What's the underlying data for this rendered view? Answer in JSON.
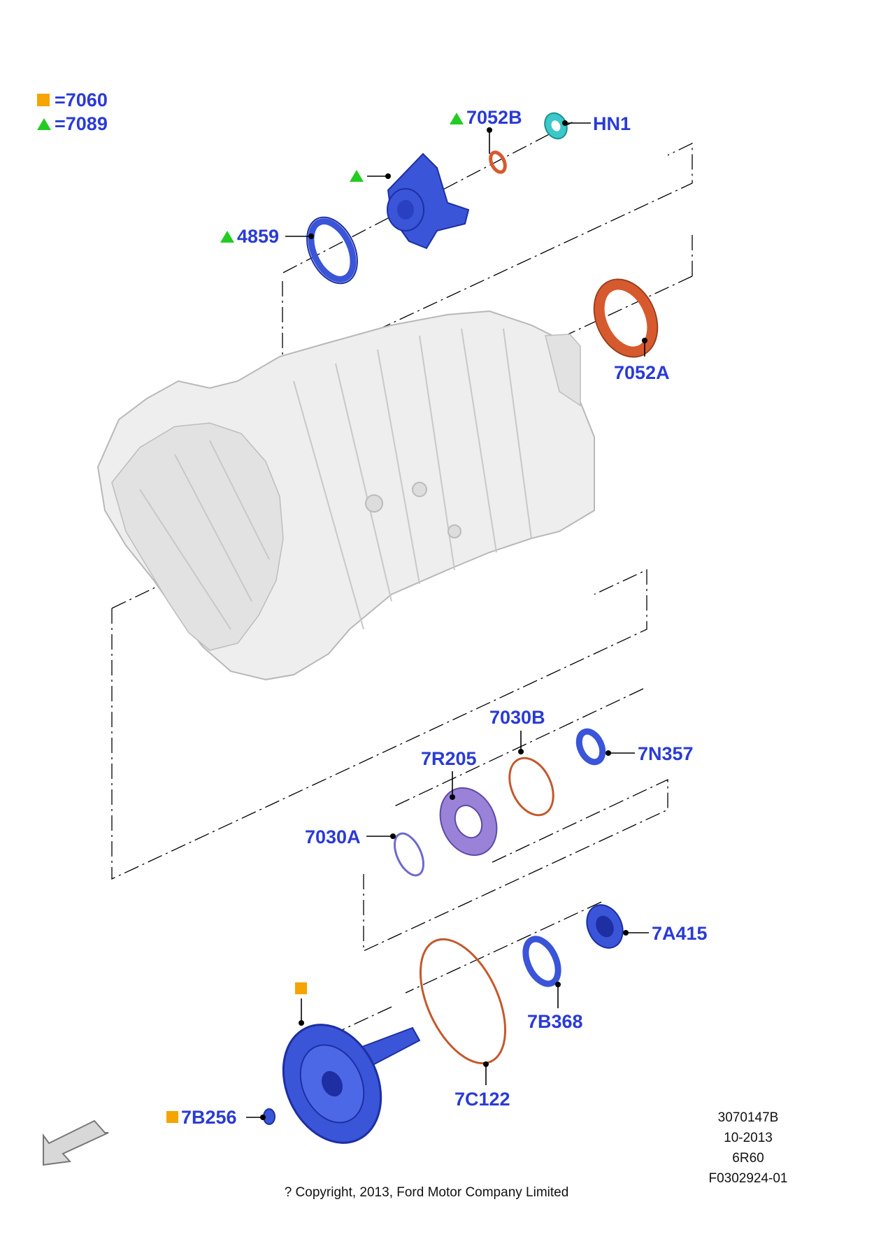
{
  "legend": [
    {
      "symbol": "square",
      "color": "#f5a400",
      "text": "=7060"
    },
    {
      "symbol": "triangle",
      "color": "#22cc22",
      "text": "=7089"
    }
  ],
  "callouts": {
    "c7052B": "7052B",
    "cHN1": "HN1",
    "c4859": "4859",
    "c7052A": "7052A",
    "c7030B": "7030B",
    "c7R205": "7R205",
    "c7N357": "7N357",
    "c7030A": "7030A",
    "c7A415": "7A415",
    "c7B368": "7B368",
    "c7C122": "7C122",
    "c7B256": "7B256"
  },
  "info": {
    "line1": "3070147B",
    "line2": "10-2013",
    "line3": "6R60",
    "line4": "F0302924-01"
  },
  "copyright": "? Copyright, 2013, Ford Motor Company Limited",
  "colors": {
    "callout_text": "#2a3bd6",
    "marker_square": "#f5a400",
    "marker_triangle": "#22cc22",
    "part_blue": "#3a55d8",
    "part_orange": "#d65a2e",
    "part_cyan": "#3cc8c8",
    "part_violet": "#9a82d8",
    "housing_gray": "#eeeeee"
  }
}
